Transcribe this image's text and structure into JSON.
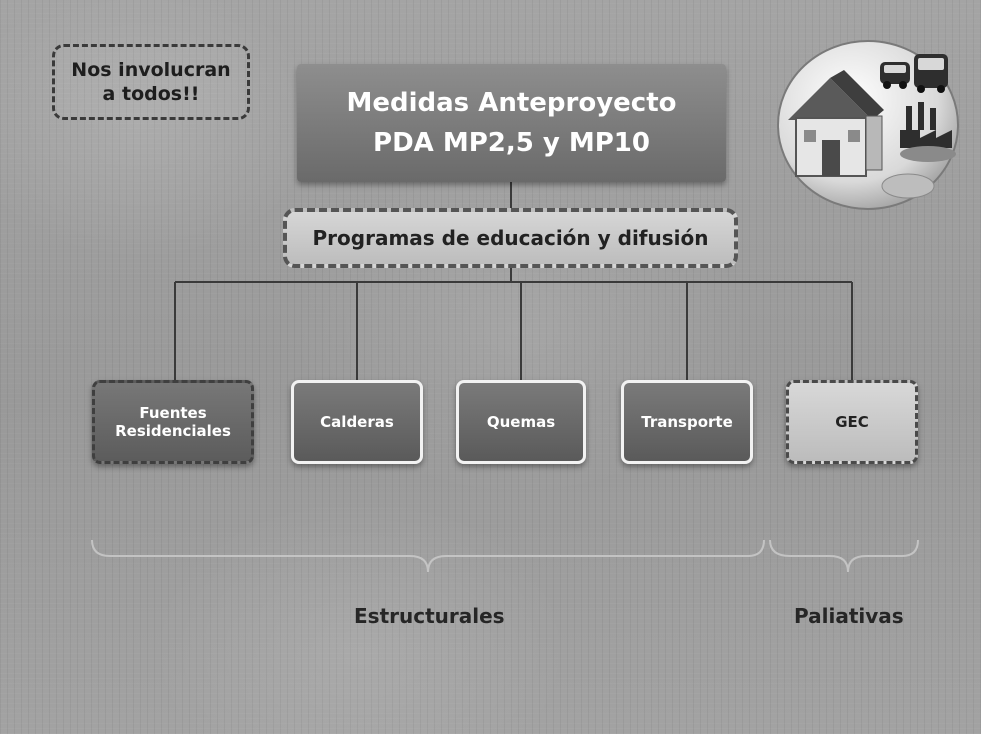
{
  "note": {
    "line1": "Nos involucran",
    "line2": "a todos!!"
  },
  "title": {
    "line1": "Medidas Anteproyecto",
    "line2": "PDA MP2,5 y MP10"
  },
  "program": {
    "label": "Programas de educación y difusión"
  },
  "categories": [
    {
      "line1": "Fuentes",
      "line2": "Residenciales",
      "style": "dashed"
    },
    {
      "line1": "Calderas",
      "style": "solid"
    },
    {
      "line1": "Quemas",
      "style": "solid"
    },
    {
      "line1": "Transporte",
      "style": "solid"
    },
    {
      "line1": "GEC",
      "style": "dashed-light"
    }
  ],
  "groups": {
    "structural": "Estructurales",
    "palliative": "Paliativas"
  },
  "icons": [
    "house-icon",
    "bus-icon",
    "car-icon",
    "factory-icon"
  ],
  "colors": {
    "dark_box": "#6e6e6e",
    "light_box": "#c8c8c8",
    "line": "#3a3a3a"
  }
}
